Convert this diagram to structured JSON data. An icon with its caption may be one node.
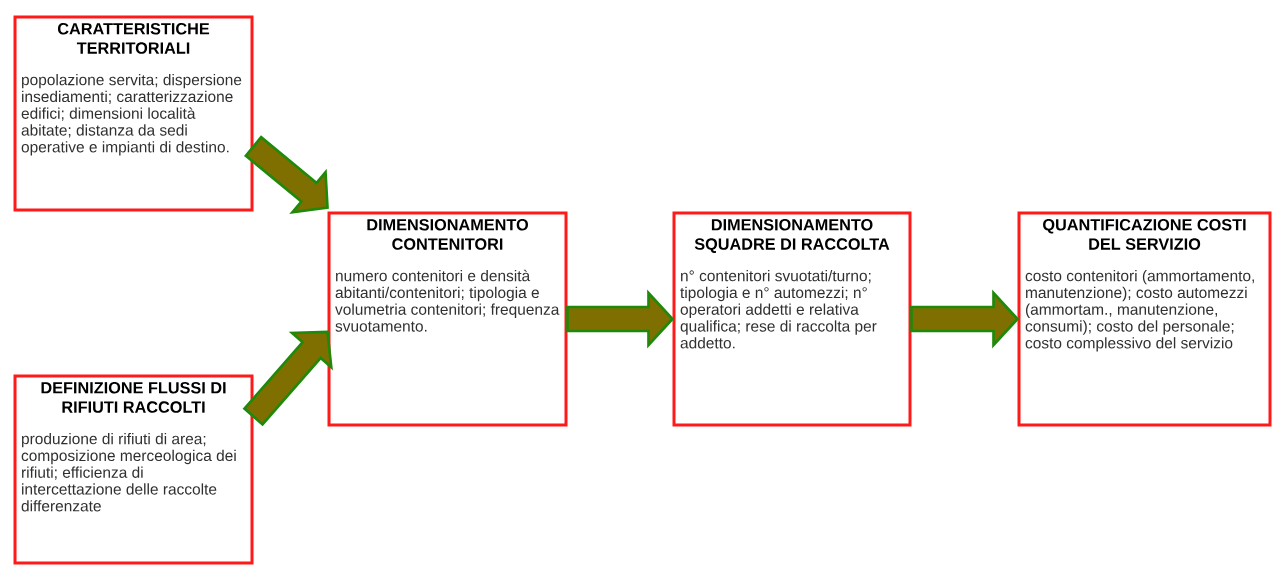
{
  "diagram": {
    "nodes": [
      {
        "text": [
          "CARATTERISTICHE TERRITORIALI",
          "popolazione servita; dispersione insediamenti; caratterizzazione edifici; dimensioni località abitate; distanza da sedi operative e impianti di destino."
        ]
      },
      {
        "text": [
          "DEFINIZIONE FLUSSI DI RIFIUTI RACCOLTI",
          "produzione di rifiuti di area; composizione merceologica dei rifiuti; efficienza di intercettazione delle raccolte differenzate"
        ]
      },
      {
        "text": [
          "DIMENSIONAMENTO CONTENITORI",
          "numero contenitori e densità abitanti/contenitori; tipologia e volumetria contenitori; frequenza svuotamento."
        ]
      },
      {
        "text": [
          "DIMENSIONAMENTO SQUADRE DI RACCOLTA",
          "n° contenitori svuotati/turno; tipologia e n° automezzi; n° operatori addetti e relativa qualifica; rese di raccolta per addetto."
        ]
      },
      {
        "text": [
          "QUANTIFICAZIONE COSTI DEL SERVIZIO",
          "costo contenitori (ammortamento, manutenzione); costo automezzi (ammortam., manutenzione, consumi); costo del personale; costo complessivo del servizio"
        ]
      }
    ],
    "edges": [
      {
        "from": 0,
        "to": 2,
        "arrow": "to"
      },
      {
        "from": 1,
        "to": 2,
        "arrow": "to"
      },
      {
        "from": 2,
        "to": 3,
        "arrow": "to"
      },
      {
        "from": 3,
        "to": 4,
        "arrow": "to"
      }
    ]
  }
}
